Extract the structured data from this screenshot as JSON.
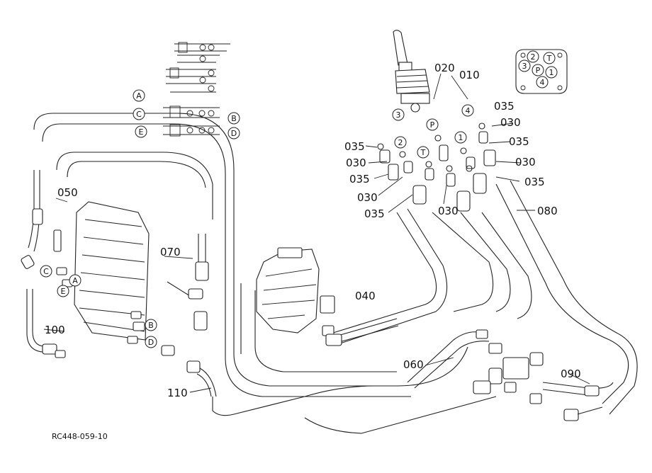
{
  "diagram": {
    "drawing_id": "RC448-059-10",
    "part_numbers": {
      "p010": "010",
      "p020": "020",
      "p030": "030",
      "p035": "035",
      "p040": "040",
      "p050": "050",
      "p060": "060",
      "p070": "070",
      "p080": "080",
      "p090": "090",
      "p100": "100",
      "p110": "110"
    },
    "port_letters": {
      "A": "A",
      "B": "B",
      "C": "C",
      "D": "D",
      "E": "E",
      "P": "P",
      "T": "T"
    },
    "port_numbers": {
      "n1": "1",
      "n2": "2",
      "n3": "3",
      "n4": "4"
    }
  }
}
